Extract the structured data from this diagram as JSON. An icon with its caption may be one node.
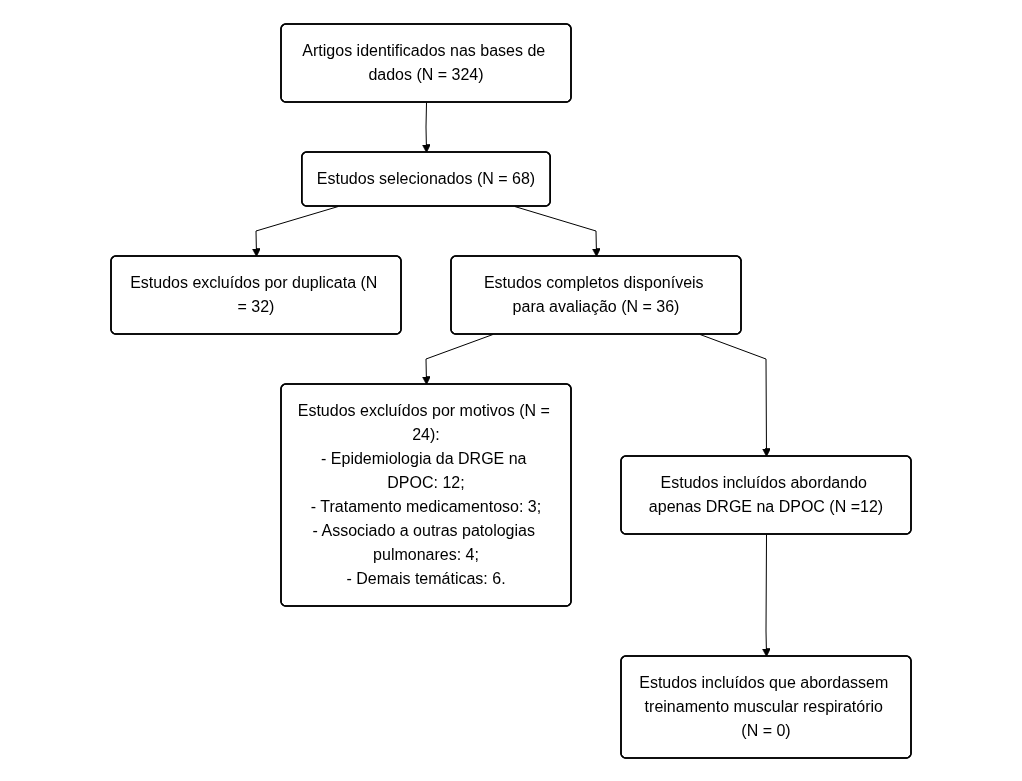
{
  "diagram": {
    "nodes": [
      {
        "text": [
          "Artigos identificados nas bases de dados (N = 324)"
        ]
      },
      {
        "text": [
          "Estudos selecionados (N = 68)"
        ]
      },
      {
        "text": [
          "Estudos excluídos por duplicata (N = 32)"
        ]
      },
      {
        "text": [
          "Estudos completos disponíveis para avaliação (N = 36)"
        ]
      },
      {
        "text": [
          "Estudos excluídos por motivos (N = 24):",
          "- Epidemiologia da DRGE na DPOC: 12;",
          "- Tratamento medicamentoso: 3;",
          "- Associado a outras patologias pulmonares: 4;",
          "- Demais temáticas: 6."
        ]
      },
      {
        "text": [
          "Estudos incluídos abordando apenas DRGE na DPOC (N =12)"
        ]
      },
      {
        "text": [
          "Estudos incluídos que abordassem treinamento muscular respiratório (N = 0)"
        ]
      }
    ],
    "edges": [
      {
        "from": 0,
        "to": 1,
        "arrow": "to"
      },
      {
        "from": 1,
        "to": 2,
        "arrow": "to"
      },
      {
        "from": 1,
        "to": 3,
        "arrow": "to"
      },
      {
        "from": 3,
        "to": 4,
        "arrow": "to"
      },
      {
        "from": 3,
        "to": 5,
        "arrow": "to"
      },
      {
        "from": 5,
        "to": 6,
        "arrow": "to"
      }
    ]
  }
}
